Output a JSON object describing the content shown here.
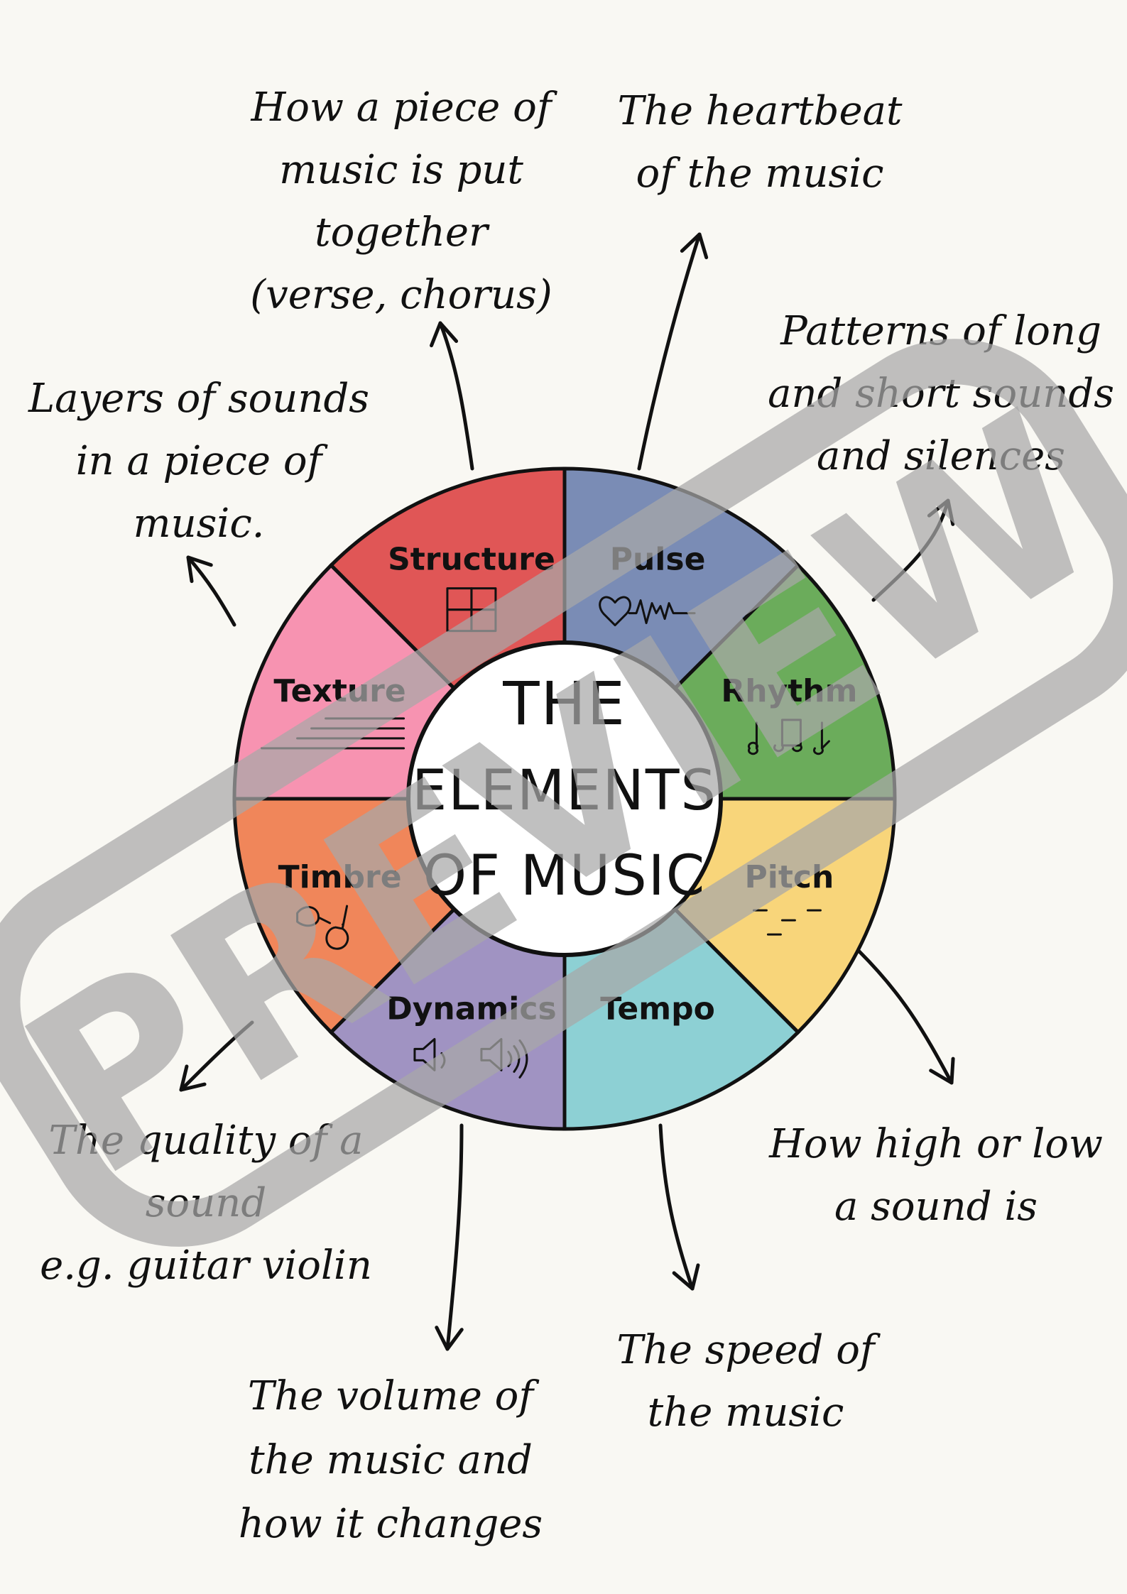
{
  "center": {
    "title_lines": [
      "THE",
      "ELEMENTS",
      "OF MUSIC"
    ]
  },
  "segments": [
    {
      "key": "structure",
      "label": "Structure",
      "color": "#e05656"
    },
    {
      "key": "pulse",
      "label": "Pulse",
      "color": "#7a8cb5"
    },
    {
      "key": "rhythm",
      "label": "Rhythm",
      "color": "#6bac5b"
    },
    {
      "key": "pitch",
      "label": "Pitch",
      "color": "#f8d57a"
    },
    {
      "key": "tempo",
      "label": "Tempo",
      "color": "#8dd0d4"
    },
    {
      "key": "dynamics",
      "label": "Dynamics",
      "color": "#a093c2"
    },
    {
      "key": "timbre",
      "label": "Timbre",
      "color": "#f0865a"
    },
    {
      "key": "texture",
      "label": "Texture",
      "color": "#f793b1"
    }
  ],
  "descriptions": {
    "structure": [
      "How a piece of",
      "music is put",
      "together",
      "(verse, chorus)"
    ],
    "pulse": [
      "The heartbeat",
      "of the music"
    ],
    "rhythm": [
      "Patterns of long",
      "and short sounds",
      "and silences"
    ],
    "pitch": [
      "How high or low",
      "a sound is"
    ],
    "tempo": [
      "The speed of",
      "the music"
    ],
    "dynamics": [
      "The volume of",
      "the music and",
      "how it changes"
    ],
    "timbre": [
      "The quality of a",
      "sound",
      "e.g. guitar violin"
    ],
    "texture": [
      "Layers of sounds",
      "in a piece of",
      "music."
    ]
  },
  "icons": {
    "structure": "puzzle-icon",
    "pulse": "heartbeat-icon",
    "rhythm": "music-notes-icon",
    "pitch": "pitch-dashes-icon",
    "tempo": "",
    "dynamics": "speaker-icon",
    "timbre": "instruments-icon",
    "texture": "layer-lines-icon"
  },
  "watermark": {
    "text": "PREVIEW"
  }
}
